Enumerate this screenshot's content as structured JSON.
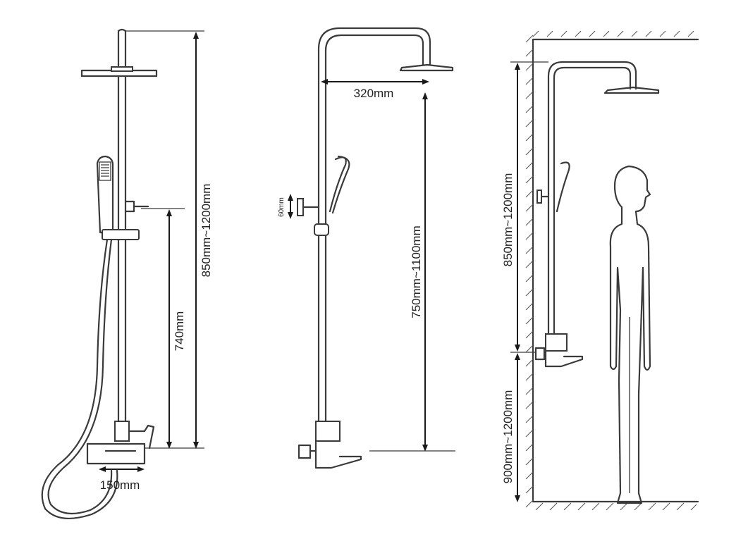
{
  "figure1": {
    "total_height": "850mm~1200mm",
    "mixer_height": "740mm",
    "spout_width": "150mm"
  },
  "figure2": {
    "arm_length": "320mm",
    "height": "750mm~1100mm",
    "small_dim": "60mm"
  },
  "figure3": {
    "upper_height": "850mm~1200mm",
    "lower_height": "900mm~1200mm"
  }
}
